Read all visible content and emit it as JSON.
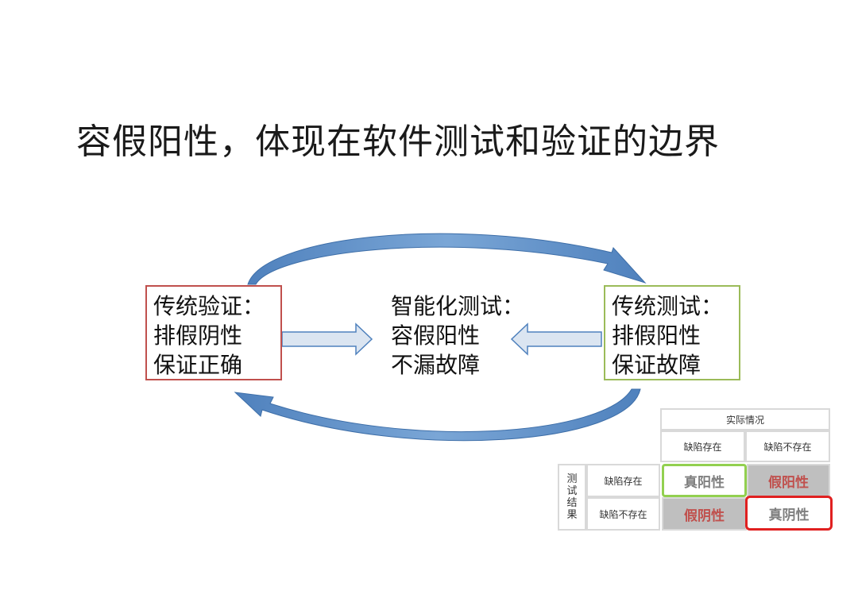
{
  "title": "容假阳性，体现在软件测试和验证的边界",
  "left_box": {
    "lines": [
      "传统验证：",
      "排假阴性",
      "保证正确"
    ],
    "border_color": "#c0504d"
  },
  "center": {
    "lines": [
      "智能化测试：",
      "容假阳性",
      "不漏故障"
    ]
  },
  "right_box": {
    "lines": [
      "传统测试：",
      "排假阳性",
      "保证故障"
    ],
    "border_color": "#9bbb59"
  },
  "arrow_color": "#4f81bd",
  "block_arrow_fill": "#dbe5f1",
  "matrix": {
    "header_actual": "实际情况",
    "col_labels": [
      "缺陷存在",
      "缺陷不存在"
    ],
    "row_group_label": [
      "测",
      "试",
      "结",
      "果"
    ],
    "row_labels": [
      "缺陷存在",
      "缺陷不存在"
    ],
    "cells": [
      [
        "真阳性",
        "假阳性"
      ],
      [
        "假阴性",
        "真阴性"
      ]
    ],
    "highlight_green": "#92d050",
    "highlight_red": "#e02020",
    "false_text_color": "#c0504d"
  }
}
